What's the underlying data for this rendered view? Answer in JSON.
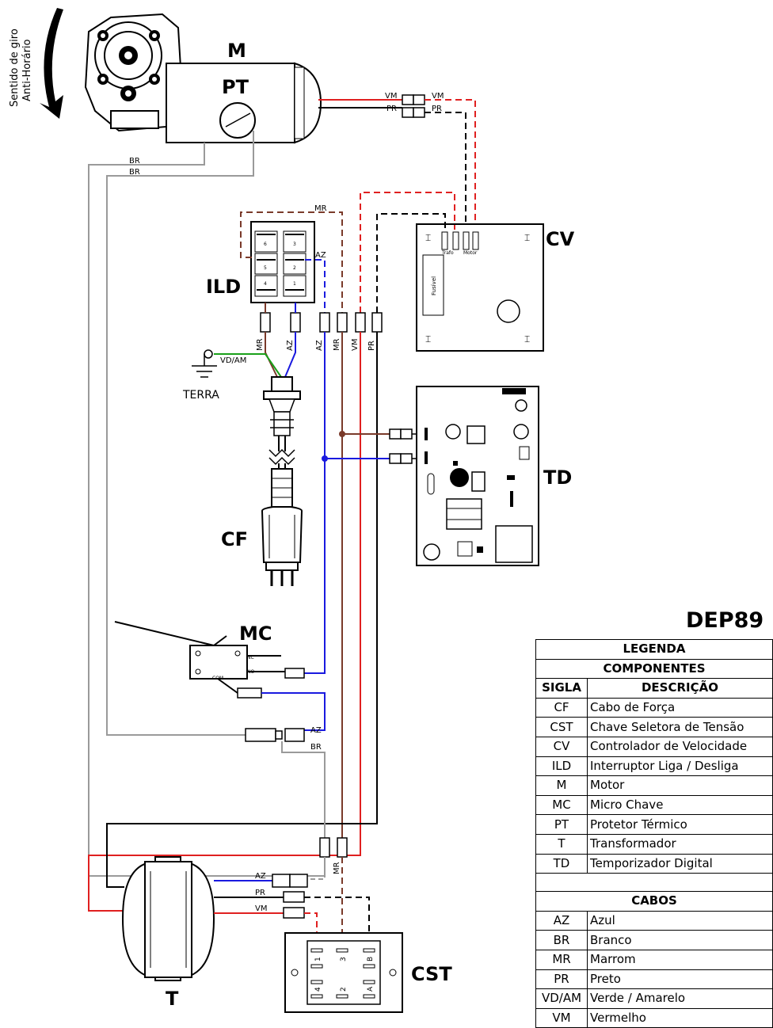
{
  "labels": {
    "M": "M",
    "PT": "PT",
    "CV": "CV",
    "ILD": "ILD",
    "TD": "TD",
    "CF": "CF",
    "MC": "MC",
    "T": "T",
    "CST": "CST",
    "rotation_line1": "Sentido de giro",
    "rotation_line2": "Anti-Horário",
    "terra": "TERRA",
    "model": "DEP89"
  },
  "wire_labels": {
    "vm": "VM",
    "pr": "PR",
    "br": "BR",
    "mr": "MR",
    "az": "AZ",
    "vdam": "VD/AM"
  },
  "cv_labels": {
    "trafo": "Trafo",
    "motor": "Motor",
    "fusivel": "Fusível"
  },
  "mc_labels": {
    "nc": "NC",
    "no": "NO",
    "com": "COM"
  },
  "ild_labels": [
    "6",
    "3",
    "5",
    "2",
    "4",
    "1"
  ],
  "cst_labels": [
    "1",
    "3",
    "B",
    "4",
    "2",
    "A"
  ],
  "legend": {
    "title": "LEGENDA",
    "components_title": "COMPONENTES",
    "col_sigla": "SIGLA",
    "col_desc": "DESCRIÇÃO",
    "components": [
      {
        "sigla": "CF",
        "desc": "Cabo de Força"
      },
      {
        "sigla": "CST",
        "desc": "Chave Seletora de Tensão"
      },
      {
        "sigla": "CV",
        "desc": "Controlador de Velocidade"
      },
      {
        "sigla": "ILD",
        "desc": "Interruptor Liga / Desliga"
      },
      {
        "sigla": "M",
        "desc": "Motor"
      },
      {
        "sigla": "MC",
        "desc": "Micro Chave"
      },
      {
        "sigla": "PT",
        "desc": "Protetor Térmico"
      },
      {
        "sigla": "T",
        "desc": "Transformador"
      },
      {
        "sigla": "TD",
        "desc": "Temporizador Digital"
      }
    ],
    "cables_title": "CABOS",
    "cables": [
      {
        "sigla": "AZ",
        "desc": "Azul"
      },
      {
        "sigla": "BR",
        "desc": "Branco"
      },
      {
        "sigla": "MR",
        "desc": "Marrom"
      },
      {
        "sigla": "PR",
        "desc": "Preto"
      },
      {
        "sigla": "VD/AM",
        "desc": "Verde / Amarelo"
      },
      {
        "sigla": "VM",
        "desc": "Vermelho"
      }
    ]
  },
  "colors": {
    "red": "#e02020",
    "black": "#000000",
    "blue": "#1a1adf",
    "brown": "#7a3a2a",
    "green": "#1aa01a",
    "grey": "#9a9a9a"
  }
}
